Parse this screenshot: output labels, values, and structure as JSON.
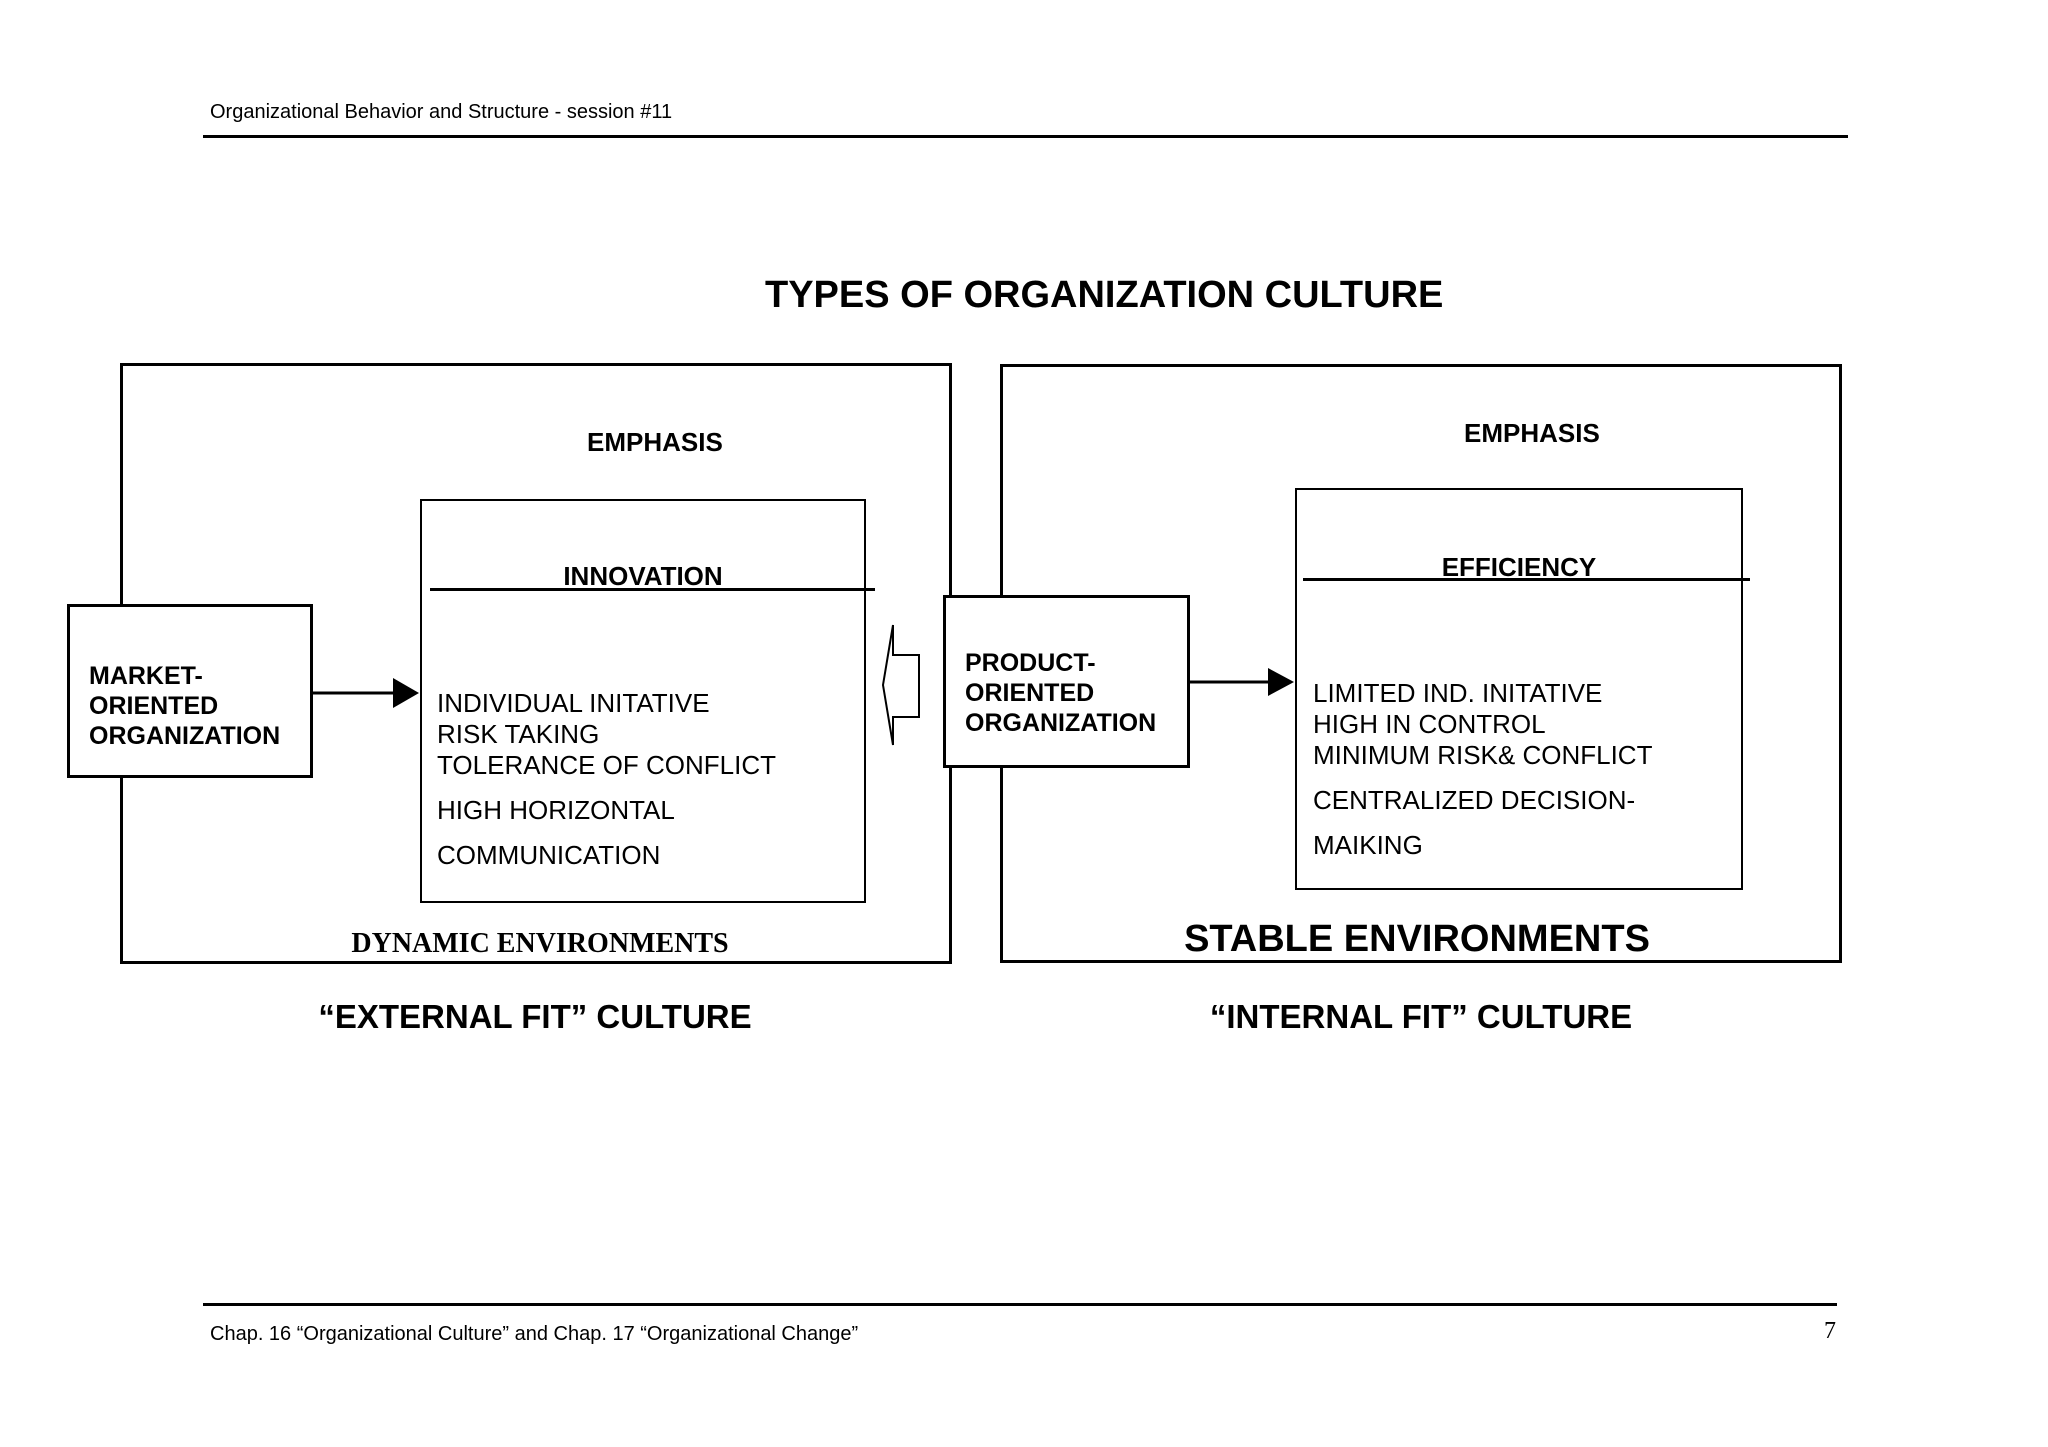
{
  "header": {
    "text": "Organizational Behavior and Structure - session #11"
  },
  "title": "TYPES OF ORGANIZATION CULTURE",
  "left": {
    "emphasis": "EMPHASIS",
    "org_box": [
      "MARKET-",
      "ORIENTED",
      "ORGANIZATION"
    ],
    "focus": "INNOVATION",
    "traits": [
      "INDIVIDUAL INITATIVE",
      "RISK TAKING",
      "TOLERANCE OF CONFLICT",
      "HIGH HORIZONTAL",
      "COMMUNICATION"
    ],
    "environment": "DYNAMIC ENVIRONMENTS",
    "culture": "“EXTERNAL FIT” CULTURE"
  },
  "right": {
    "emphasis": "EMPHASIS",
    "org_box": [
      "PRODUCT-",
      "ORIENTED",
      "ORGANIZATION"
    ],
    "focus": "EFFICIENCY",
    "traits": [
      "LIMITED IND. INITATIVE",
      "HIGH IN CONTROL",
      "MINIMUM RISK& CONFLICT",
      "CENTRALIZED DECISION-",
      "MAIKING"
    ],
    "environment": "STABLE ENVIRONMENTS",
    "culture": "“INTERNAL FIT” CULTURE"
  },
  "footer": {
    "text": "Chap. 16 “Organizational Culture” and Chap. 17 “Organizational Change”",
    "page_number": "7"
  }
}
